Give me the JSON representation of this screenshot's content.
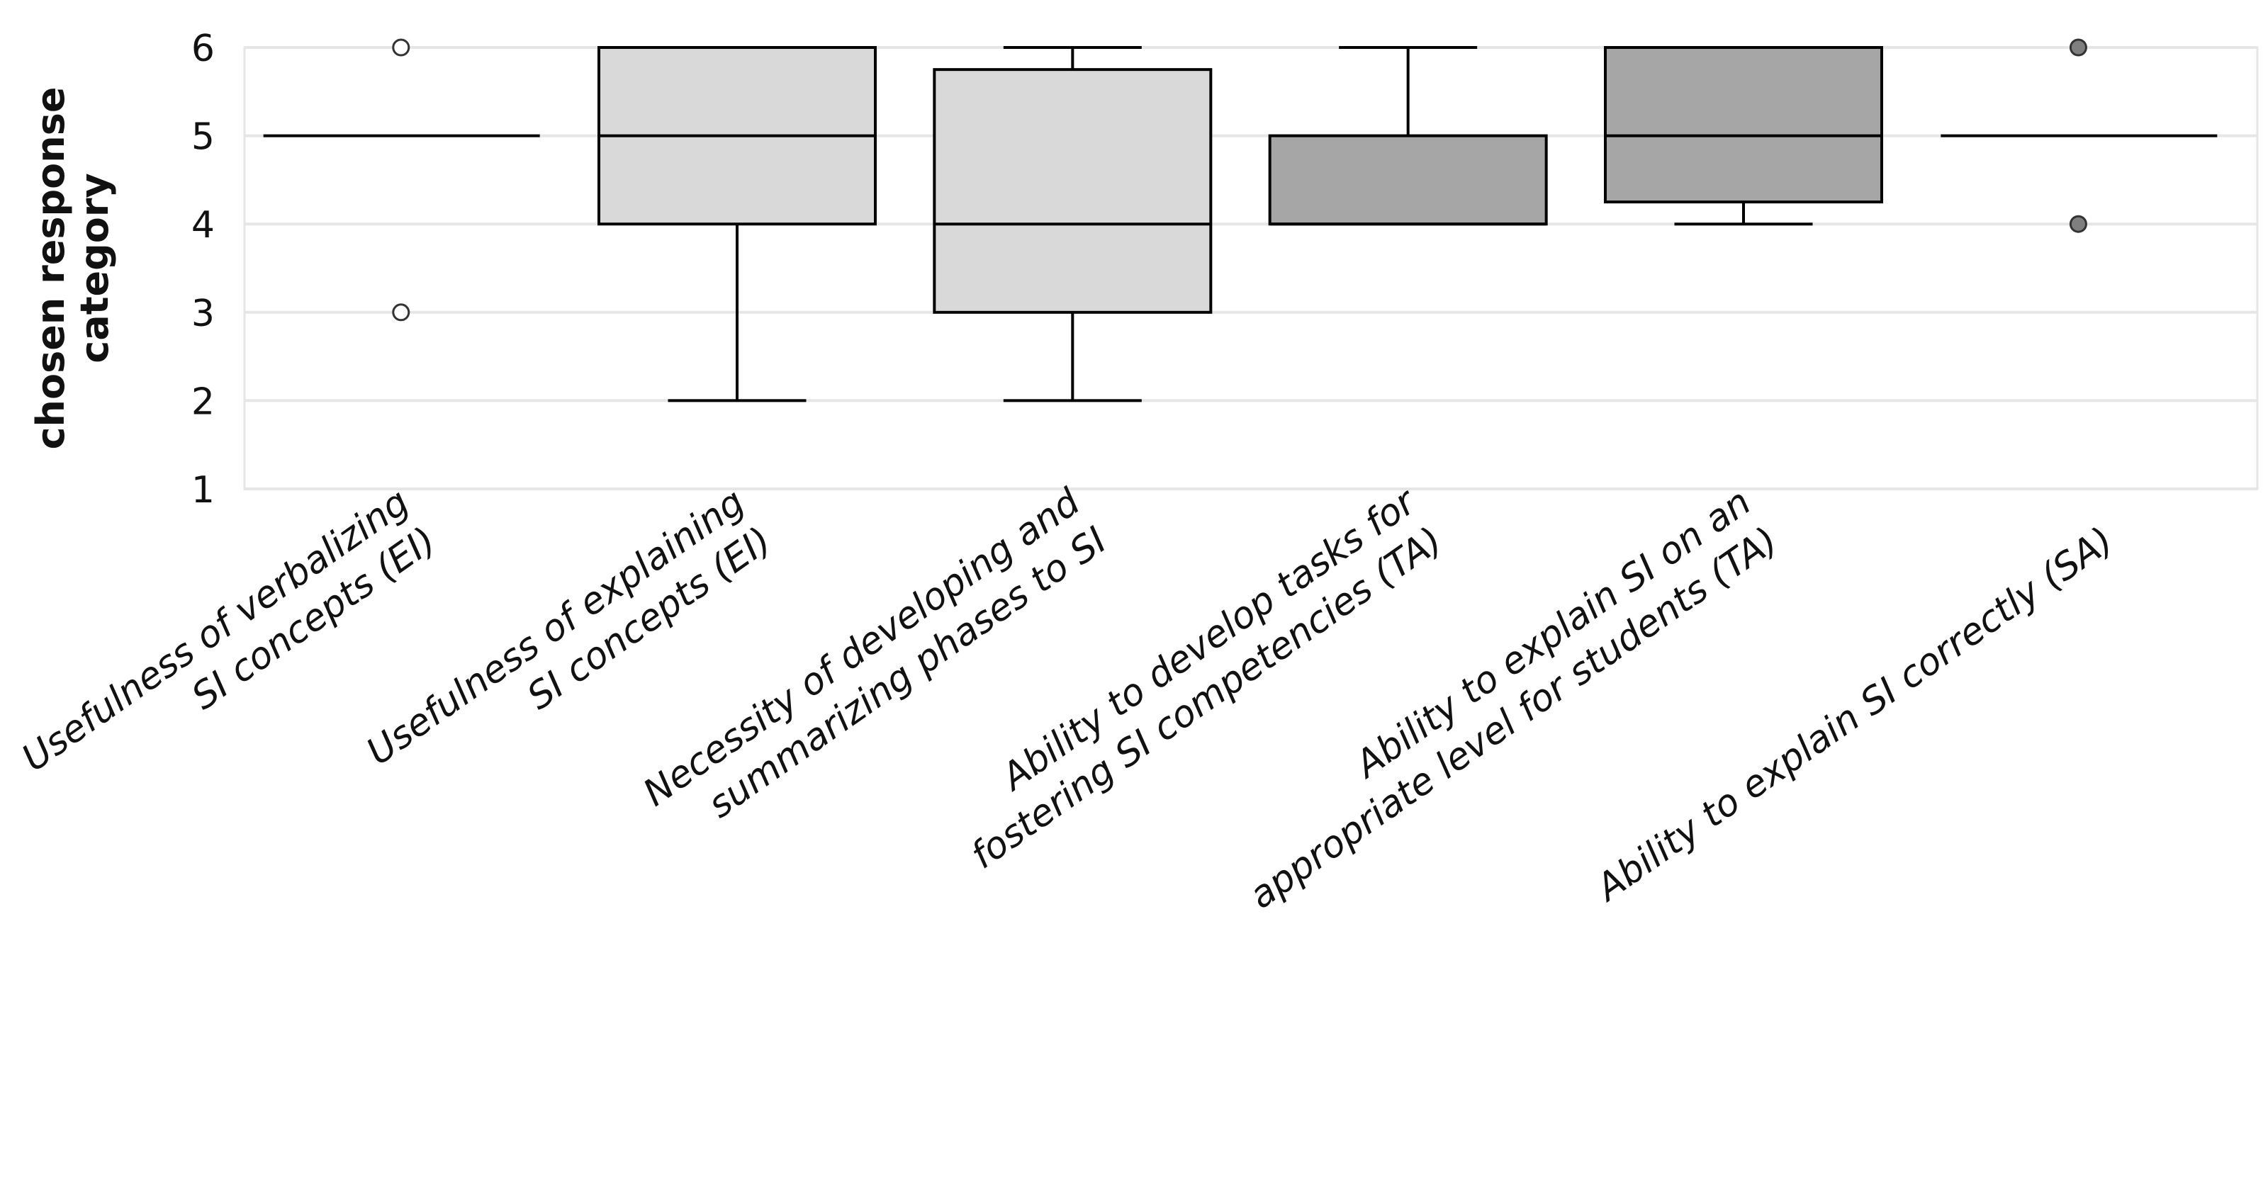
{
  "chart_data": {
    "type": "box",
    "title": "",
    "xlabel": "",
    "ylabel_lines": [
      "chosen response",
      "category"
    ],
    "ylim": [
      1,
      6
    ],
    "yticks": [
      "1",
      "2",
      "3",
      "4",
      "5",
      "6"
    ],
    "grid": "horizontal",
    "colors": {
      "light_box": "#d9d9d9",
      "dark_box": "#a6a6a6",
      "stroke": "#000000",
      "grid": "#e6e6e6",
      "outlier_light": "#ffffff",
      "outlier_dark": "#7f7f7f"
    },
    "categories": [
      {
        "label_lines": [
          "Usefulness of verbalizing",
          "SI concepts (EI)"
        ],
        "q1": 5,
        "median": 5,
        "q3": 5,
        "whisker_low": 5,
        "whisker_high": 5,
        "outliers": [
          6,
          3
        ],
        "shade": "light"
      },
      {
        "label_lines": [
          "Usefulness of explaining",
          "SI concepts (EI)"
        ],
        "q1": 4,
        "median": 5,
        "q3": 6,
        "whisker_low": 2,
        "whisker_high": 6,
        "outliers": [],
        "shade": "light"
      },
      {
        "label_lines": [
          "Necessity of developing and",
          "summarizing phases to SI"
        ],
        "q1": 3,
        "median": 4,
        "q3": 5.75,
        "whisker_low": 2,
        "whisker_high": 6,
        "outliers": [],
        "shade": "light"
      },
      {
        "label_lines": [
          "Ability to develop tasks for",
          "fostering SI competencies (TA)"
        ],
        "q1": 4,
        "median": 4,
        "q3": 5,
        "whisker_low": 4,
        "whisker_high": 6,
        "outliers": [],
        "shade": "dark"
      },
      {
        "label_lines": [
          "Ability to explain SI on an",
          "appropriate level for students (TA)"
        ],
        "q1": 4.25,
        "median": 5,
        "q3": 6,
        "whisker_low": 4,
        "whisker_high": 6,
        "outliers": [],
        "shade": "dark"
      },
      {
        "label_lines": [
          "Ability to explain SI correctly (SA)"
        ],
        "q1": 5,
        "median": 5,
        "q3": 5,
        "whisker_low": 5,
        "whisker_high": 5,
        "outliers": [
          6,
          4
        ],
        "shade": "dark"
      }
    ]
  }
}
